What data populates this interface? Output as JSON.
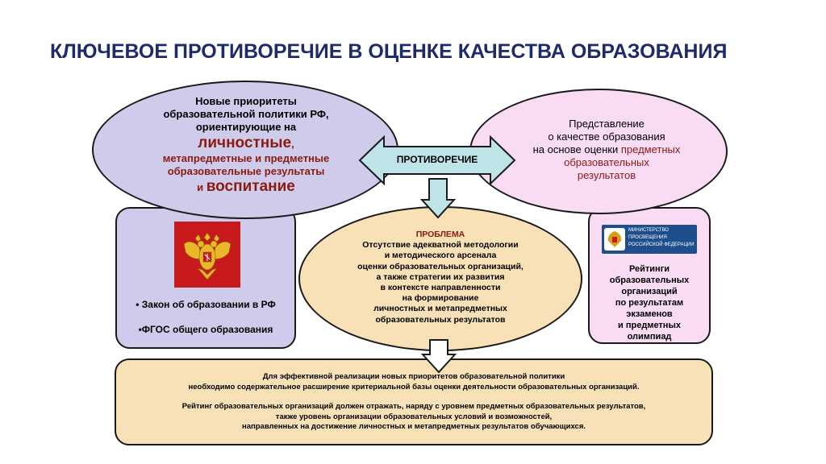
{
  "title": "КЛЮЧЕВОЕ ПРОТИВОРЕЧИЕ В ОЦЕНКЕ КАЧЕСТВА ОБРАЗОВАНИЯ",
  "left_ellipse": {
    "line1": "Новые приоритеты",
    "line2": "образовательной политики РФ,",
    "line3": "ориентирующие на",
    "word_personal": "личностные",
    "comma": ",",
    "line5": "метапредметные и предметные",
    "line6": "образовательные результаты",
    "and": "и",
    "word_upbringing": "воспитание"
  },
  "right_ellipse": {
    "line1": "Представление",
    "line2": "о качестве образования",
    "line3_plain": "на основе оценки",
    "line3_red": "предметных",
    "line4": "образовательных",
    "line5": "результатов"
  },
  "contradiction_label": "ПРОТИВОРЕЧИЕ",
  "problem": {
    "heading": "ПРОБЛЕМА",
    "lines": [
      "Отсутствие адекватной методологии",
      "и методического арсенала",
      "оценки образовательных организаций,",
      "а также стратегии их развития",
      "в контексте направленности",
      "на формирование",
      "личностных и метапредметных",
      "образовательных результатов"
    ]
  },
  "left_box": {
    "item1": "• Закон об образовании в РФ",
    "item2": "•ФГОС общего образования"
  },
  "ministry_logo": {
    "line1": "МИНИСТЕРСТВО",
    "line2": "ПРОСВЕЩЕНИЯ",
    "line3": "РОССИЙСКОЙ ФЕДЕРАЦИИ"
  },
  "right_box": {
    "lines": [
      "Рейтинги",
      "образовательных",
      "организаций",
      "по результатам",
      "экзаменов",
      "и предметных",
      "олимпиад"
    ]
  },
  "bottom_box": {
    "p1_line1": "Для эффективной реализации новых приоритетов образовательной политики",
    "p1_line2": "необходимо содержательное расширение критериальной базы оценки деятельности образовательных организаций.",
    "p2_line1": "Рейтинг образовательных организаций должен отражать, наряду с уровнем предметных образовательных результатов,",
    "p2_line2": "также уровень организации образовательных условий и возможностей,",
    "p2_line3": "направленных на достижение личностных и метапредметных результатов обучающихся."
  },
  "colors": {
    "title": "#1f2a6b",
    "lavender": "#cfcbea",
    "pink": "#f9dcf3",
    "peach": "#f8e1b6",
    "arrow_fill": "#bfe4e8",
    "accent_red": "#8b1a10"
  }
}
